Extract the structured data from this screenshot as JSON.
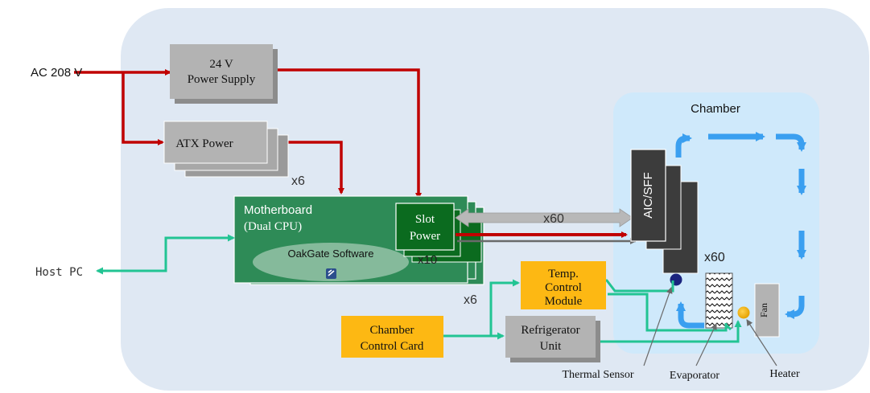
{
  "labels": {
    "ac_input": "AC 208 V",
    "psu_line1": "24 V",
    "psu_line2": "Power Supply",
    "atx": "ATX Power",
    "atx_count": "x6",
    "mb_line1": "Motherboard",
    "mb_line2": "(Dual CPU)",
    "oakgate": "OakGate Software",
    "slot_line1": "Slot",
    "slot_line2": "Power",
    "slot_count": "x10",
    "mb_count": "x6",
    "link_count": "x60",
    "host_pc": "Host PC",
    "chamber": "Chamber",
    "aic": "AIC/SFF",
    "aic_count": "x60",
    "temp_line1": "Temp.",
    "temp_line2": "Control",
    "temp_line3": "Module",
    "ccc_line1": "Chamber",
    "ccc_line2": "Control Card",
    "ref_line1": "Refrigerator",
    "ref_line2": "Unit",
    "fan": "Fan",
    "thermal_sensor": "Thermal Sensor",
    "evaporator": "Evaporator",
    "heater": "Heater"
  },
  "colors": {
    "background_panel": "#dfe8f3",
    "chamber_panel": "#cfe9fb",
    "power_line": "#c00000",
    "signal_line": "#22c493",
    "airflow": "#3a9ff0",
    "gray_box": "#b3b3b3",
    "motherboard": "#2e8b57",
    "slot_power": "#0b6b1f",
    "control_box": "#fdb813",
    "aic_card": "#3c3c3c",
    "sensor": "#1a237e",
    "heater": "#f7b500"
  }
}
